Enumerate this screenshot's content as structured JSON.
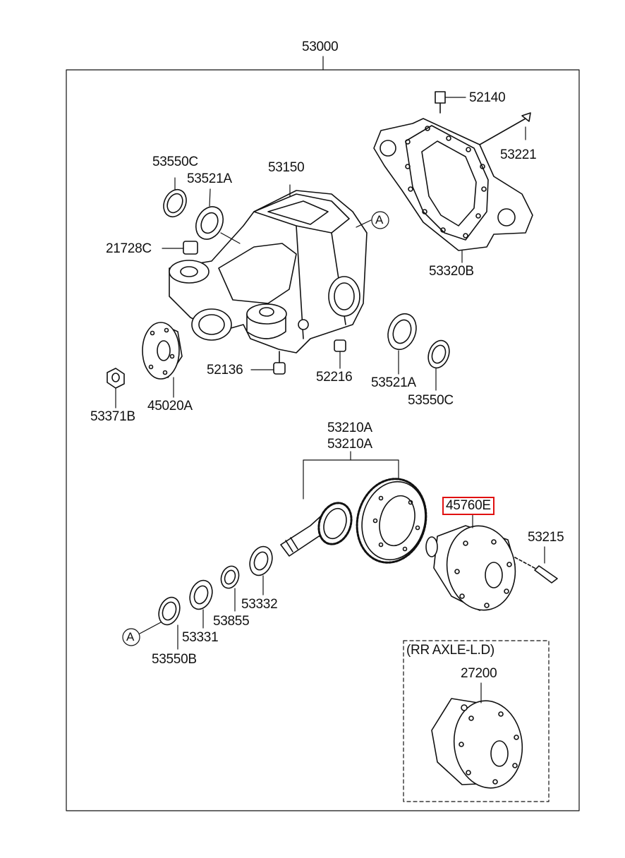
{
  "diagram": {
    "assembly_label": "53000",
    "highlight_color": "#e01010",
    "parts": {
      "p52140": "52140",
      "p53221": "53221",
      "p53550C_top": "53550C",
      "p53521A_top": "53521A",
      "p53150": "53150",
      "p21728C": "21728C",
      "p53320B": "53320B",
      "p52136": "52136",
      "p52216": "52216",
      "p53521A_bot": "53521A",
      "p53550C_bot": "53550C",
      "p53371B": "53371B",
      "p45020A": "45020A",
      "p53210A_1": "53210A",
      "p53210A_2": "53210A",
      "p45760E": "45760E",
      "p53215": "53215",
      "p53332": "53332",
      "p53855": "53855",
      "p53331": "53331",
      "p53550B": "53550B",
      "p27200": "27200"
    },
    "callout_A_1": "A",
    "callout_A_2": "A",
    "inset_title": "(RR AXLE-L.D)"
  }
}
